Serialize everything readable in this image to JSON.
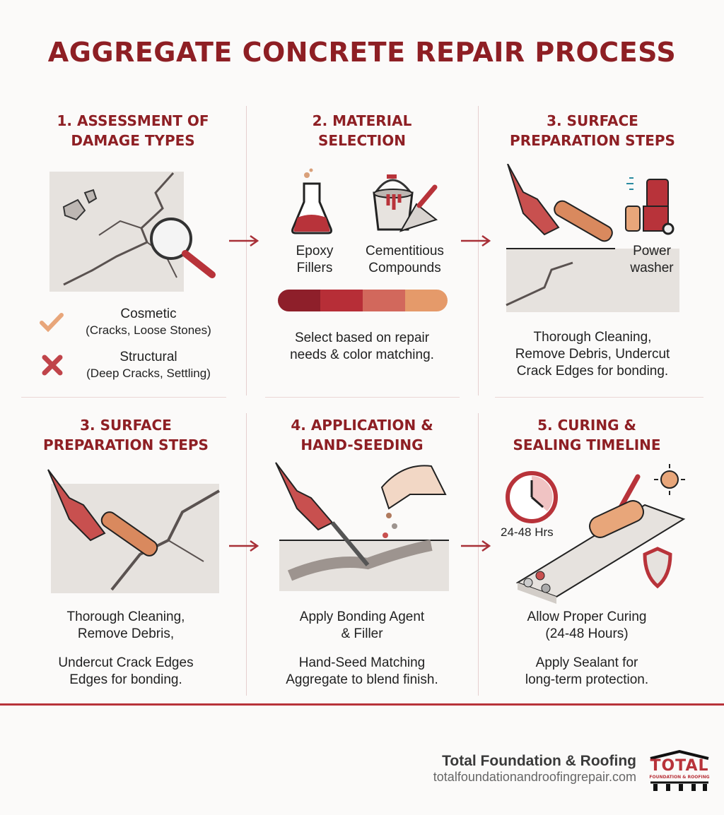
{
  "title": "AGGREGATE CONCRETE REPAIR PROCESS",
  "colors": {
    "accent": "#8e1f24",
    "red": "#b8333a",
    "peach": "#e8a67a",
    "concrete": "#e4e0dc"
  },
  "panels": [
    {
      "title_line1": "1. ASSESSMENT OF",
      "title_line2": "DAMAGE TYPES",
      "items": [
        {
          "icon": "check-icon",
          "label": "Cosmetic",
          "detail": "(Cracks, Loose Stones)"
        },
        {
          "icon": "x-icon",
          "label": "Structural",
          "detail": "(Deep Cracks, Settling)"
        }
      ]
    },
    {
      "title_line1": "2. MATERIAL",
      "title_line2": "SELECTION",
      "materials": [
        {
          "icon": "flask-icon",
          "line1": "Epoxy",
          "line2": "Fillers"
        },
        {
          "icon": "bucket-trowel-icon",
          "line1": "Cementitious",
          "line2": "Compounds"
        }
      ],
      "swatches": [
        "#8e1f2a",
        "#b72e37",
        "#d2685c",
        "#e59a6a"
      ],
      "caption_line1": "Select based on repair",
      "caption_line2": "needs & color matching."
    },
    {
      "title_line1": "3. SURFACE",
      "title_line2": "PREPARATION STEPS",
      "tool_label_line1": "Power",
      "tool_label_line2": "washer",
      "caption_line1": "Thorough Cleaning,",
      "caption_line2": "Remove Debris, Undercut",
      "caption_line3": "Crack Edges for bonding."
    },
    {
      "title_line1": "3. SURFACE",
      "title_line2": "PREPARATION STEPS",
      "caption_line1": "Thorough Cleaning,",
      "caption_line2": "Remove Debris,",
      "caption2_line1": "Undercut Crack Edges",
      "caption2_line2": "Edges for bonding."
    },
    {
      "title_line1": "4. APPLICATION &",
      "title_line2": "HAND-SEEDING",
      "caption_line1": "Apply Bonding Agent",
      "caption_line2": "& Filler",
      "caption2_line1": "Hand-Seed Matching",
      "caption2_line2": "Aggregate to blend finish."
    },
    {
      "title_line1": "5. CURING &",
      "title_line2": "SEALING TIMELINE",
      "clock_label": "24-48 Hrs",
      "caption_line1": "Allow Proper Curing",
      "caption_line2": "(24-48 Hours)",
      "caption2_line1": "Apply Sealant for",
      "caption2_line2": "long-term protection."
    }
  ],
  "footer": {
    "company": "Total Foundation & Roofing",
    "url": "totalfoundationandroofingrepair.com",
    "logo_big": "TOTAL",
    "logo_small": "FOUNDATION & ROOFING"
  }
}
